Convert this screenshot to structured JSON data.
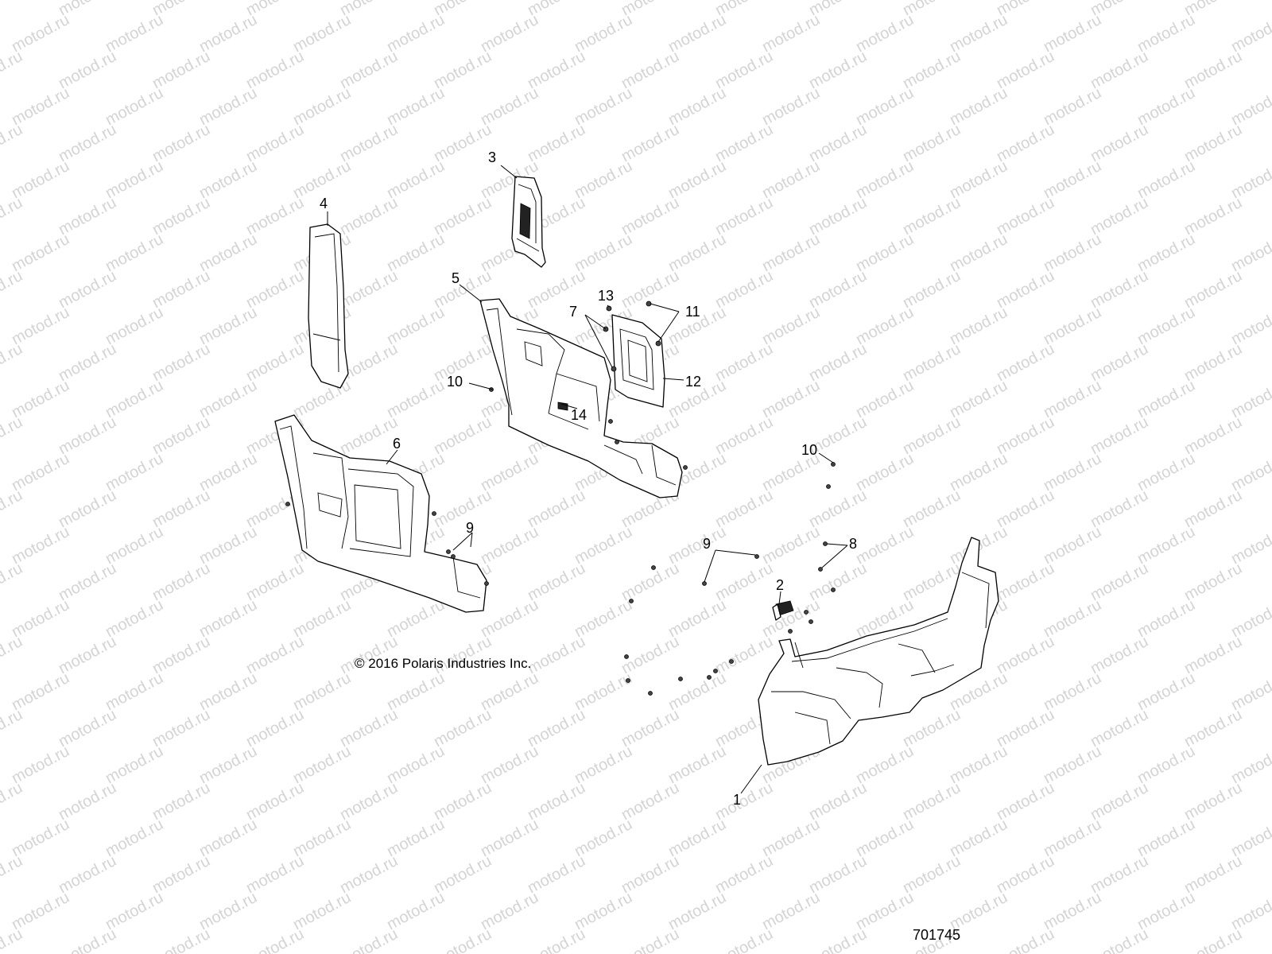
{
  "watermark": {
    "text": "motod.ru"
  },
  "callouts": [
    {
      "id": "1",
      "label": "1"
    },
    {
      "id": "2",
      "label": "2"
    },
    {
      "id": "3",
      "label": "3"
    },
    {
      "id": "4",
      "label": "4"
    },
    {
      "id": "5",
      "label": "5"
    },
    {
      "id": "6",
      "label": "6"
    },
    {
      "id": "7",
      "label": "7"
    },
    {
      "id": "8",
      "label": "8"
    },
    {
      "id": "9a",
      "label": "9"
    },
    {
      "id": "9b",
      "label": "9"
    },
    {
      "id": "10a",
      "label": "10"
    },
    {
      "id": "10b",
      "label": "10"
    },
    {
      "id": "11",
      "label": "11"
    },
    {
      "id": "12",
      "label": "12"
    },
    {
      "id": "13",
      "label": "13"
    },
    {
      "id": "14",
      "label": "14"
    }
  ],
  "copyright": "© 2016 Polaris Industries Inc.",
  "diagram_number": "701745",
  "colors": {
    "line": "#000000",
    "background": "#ffffff",
    "watermark": "#d4d4d4"
  }
}
